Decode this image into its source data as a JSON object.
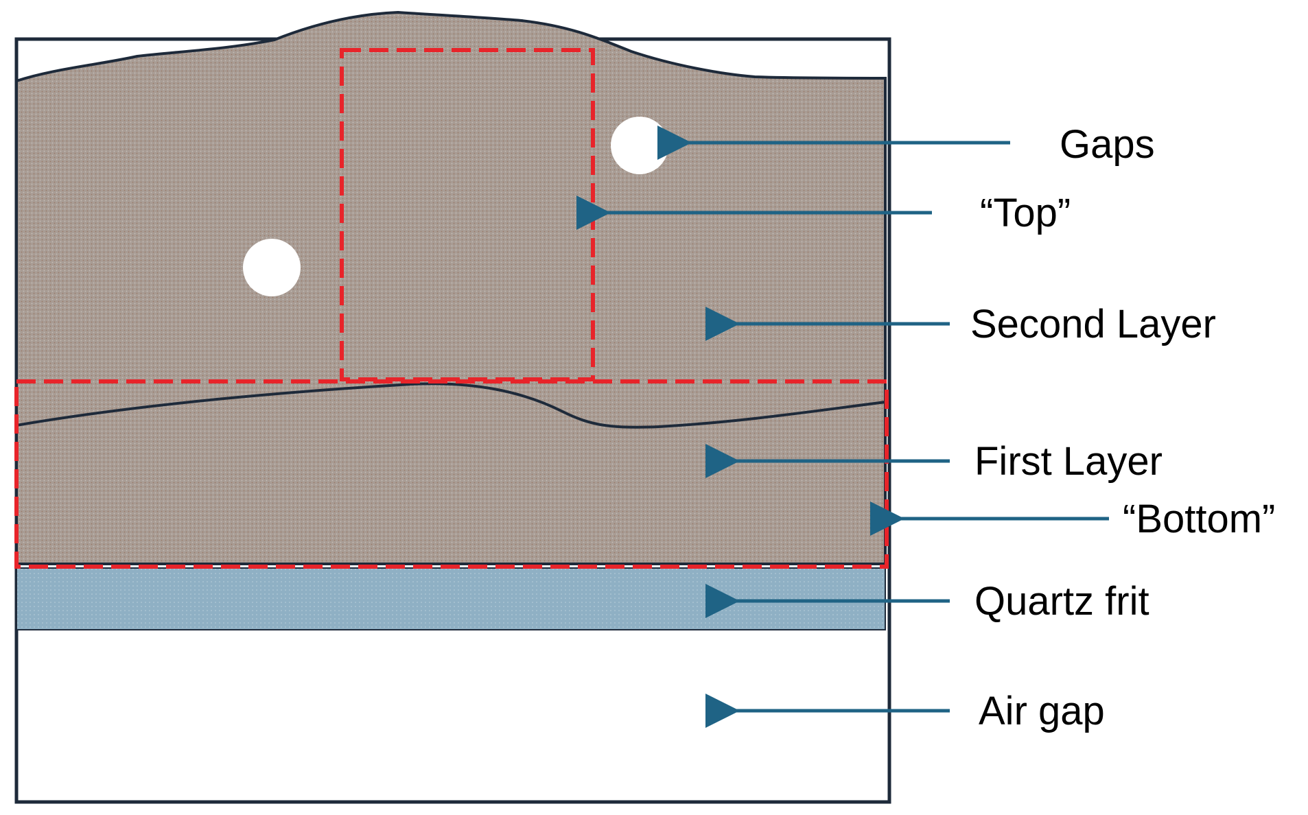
{
  "labels": {
    "gaps": "Gaps",
    "top": "“Top”",
    "second_layer": "Second Layer",
    "first_layer": "First Layer",
    "bottom": "“Bottom”",
    "quartz_frit": "Quartz frit",
    "air_gap": "Air gap"
  },
  "colors": {
    "sediment": "#a89c94",
    "sediment_dots": "#8a5a40",
    "quartz_frit": "#8fb0c4",
    "arrow": "#1f6385",
    "dashed_region": "#e8242a",
    "outline": "#1e2a3a",
    "background": "#ffffff"
  }
}
